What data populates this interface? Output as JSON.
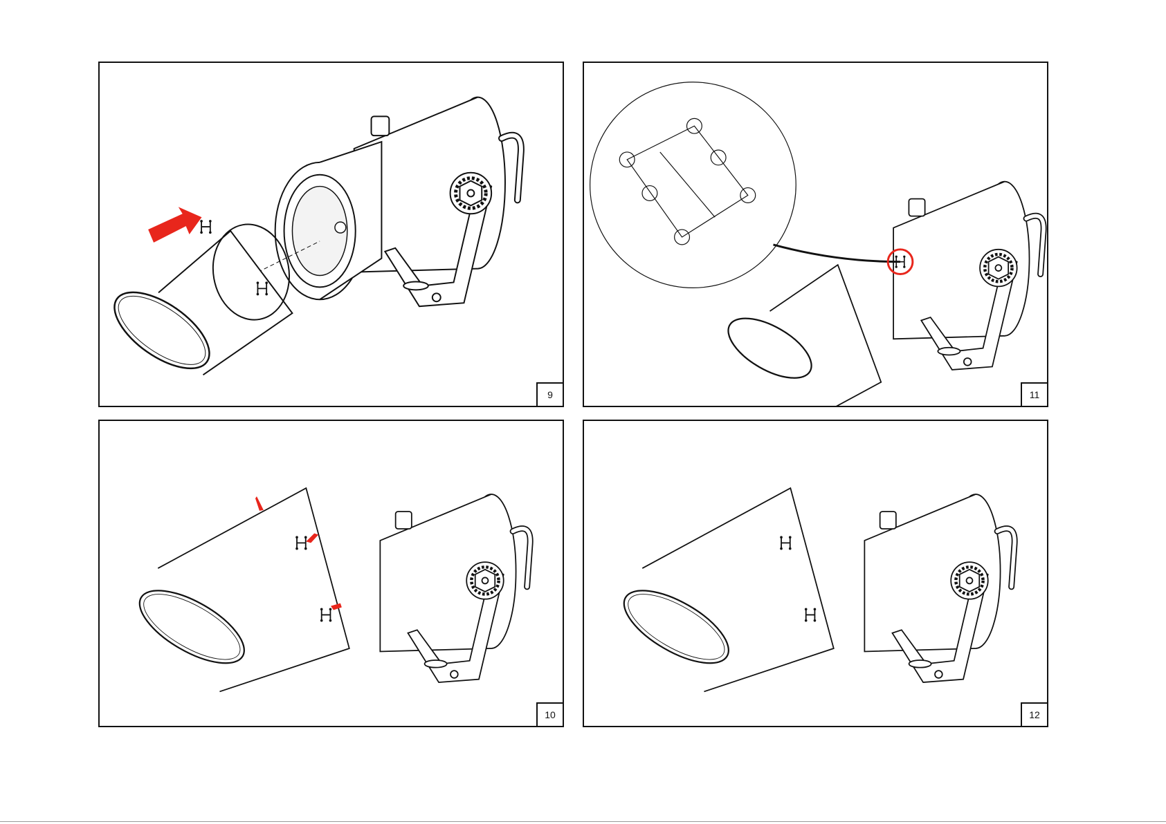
{
  "steps": [
    {
      "number": "9"
    },
    {
      "number": "11"
    },
    {
      "number": "10"
    },
    {
      "number": "12"
    }
  ],
  "colors": {
    "line": "#111111",
    "arrow": "#e8261c",
    "highlight": "#e8261c"
  }
}
